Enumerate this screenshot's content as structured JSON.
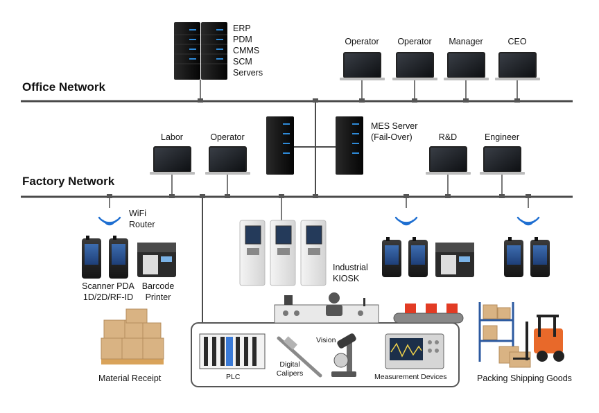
{
  "networks": {
    "office": "Office Network",
    "factory": "Factory Network"
  },
  "office": {
    "servers_label": [
      "ERP",
      "PDM",
      "CMMS",
      "SCM",
      "Servers"
    ],
    "users": [
      "Operator",
      "Operator",
      "Manager",
      "CEO"
    ]
  },
  "factory": {
    "users_left": [
      "Labor",
      "Operator"
    ],
    "mes_label": [
      "MES Server",
      "(Fail-Over)"
    ],
    "users_right": [
      "R&D",
      "Engineer"
    ]
  },
  "floor": {
    "wifi_label": [
      "WiFi",
      "Router"
    ],
    "scanner_label": [
      "Scanner PDA",
      "1D/2D/RF-ID"
    ],
    "printer_label": [
      "Barcode",
      "Printer"
    ],
    "kiosk_label": [
      "Industrial",
      "KIOSK"
    ],
    "material": "Material Receipt",
    "packing": "Packing Shipping Goods"
  },
  "shop": {
    "plc": "PLC",
    "calipers": [
      "Digital",
      "Calipers"
    ],
    "vision": "Vision",
    "measurement": "Measurement Devices"
  },
  "colors": {
    "network_line": "#4a4a4a",
    "wifi": "#1f6fd1",
    "server_light": "#2e8ad8",
    "box": "#d9b383",
    "forklift": "#e8692a"
  }
}
